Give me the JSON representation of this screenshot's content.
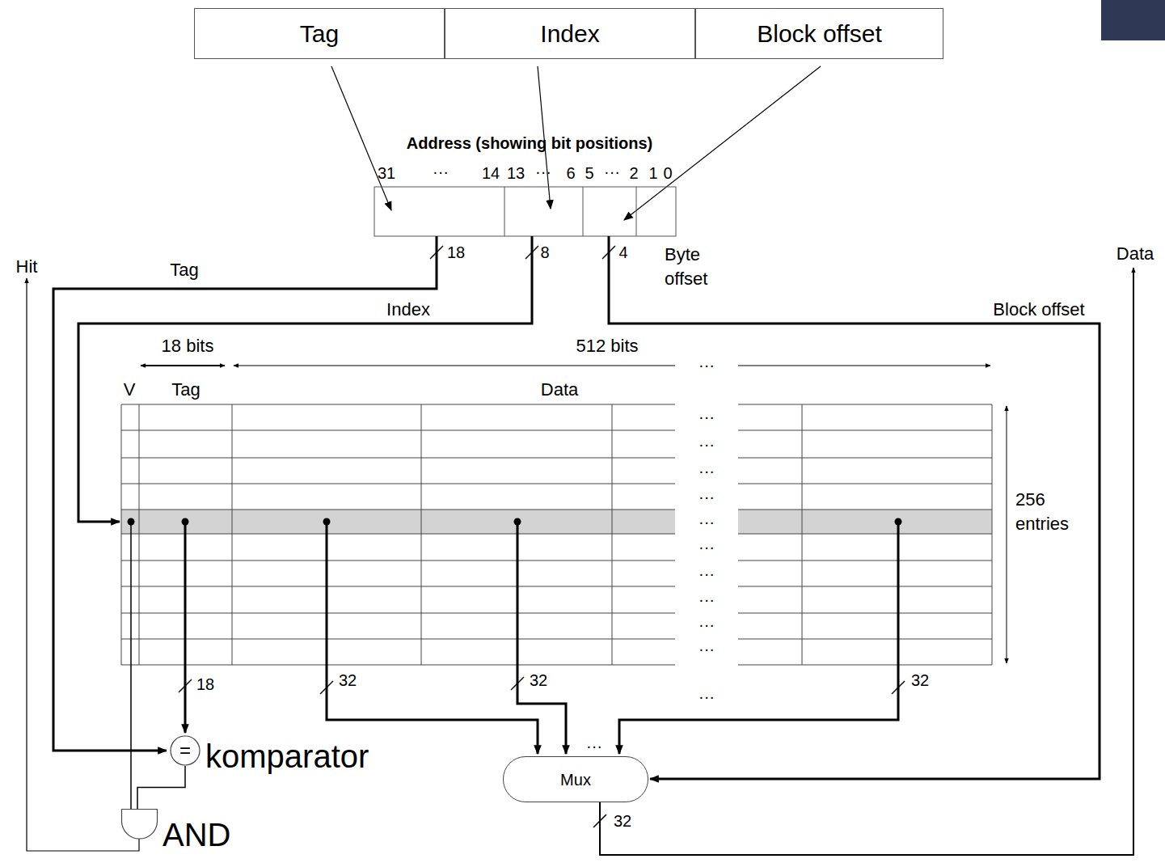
{
  "diagram": {
    "nodes": [
      {
        "text": [
          "Tag"
        ]
      },
      {
        "text": [
          "Index"
        ]
      },
      {
        "text": [
          "Block offset"
        ]
      },
      {
        "text": [
          "=",
          "komparator"
        ]
      },
      {
        "text": [
          "Mux"
        ]
      },
      {
        "text": [
          "AND"
        ]
      }
    ],
    "edges": [
      {
        "from": 3,
        "to": 5,
        "arrow": "none"
      }
    ],
    "labels": [
      "Address (showing bit positions)",
      "31",
      "···",
      "14",
      "13",
      "···",
      "6",
      "5",
      "···",
      "2",
      "1",
      "0",
      "Hit",
      "Tag",
      "18",
      "8",
      "4",
      "Byte offset",
      "Data",
      "Index",
      "Block offset",
      "18 bits",
      "512 bits",
      "···",
      "V",
      "Tag",
      "Data",
      "256 entries",
      "···",
      "···",
      "···",
      "···",
      "···",
      "···",
      "···",
      "···",
      "···",
      "···",
      "18",
      "32",
      "32",
      "32",
      "···",
      "···",
      "32"
    ]
  }
}
